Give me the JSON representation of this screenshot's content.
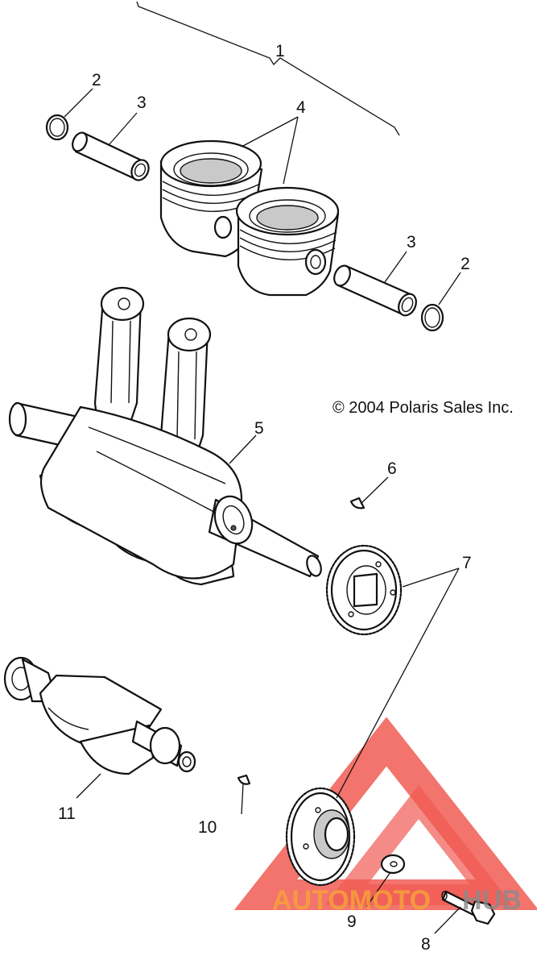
{
  "diagram": {
    "copyright": "© 2004 Polaris Sales Inc.",
    "callouts": [
      "1",
      "2",
      "3",
      "4",
      "3",
      "2",
      "5",
      "6",
      "7",
      "8",
      "9",
      "10",
      "11"
    ]
  },
  "watermark": {
    "text_left": "AUTOMOTO",
    "text_right": "HUB",
    "color_red": "#ee3d35",
    "color_orange": "#f6a13a",
    "color_grey": "#8a8a8a"
  }
}
